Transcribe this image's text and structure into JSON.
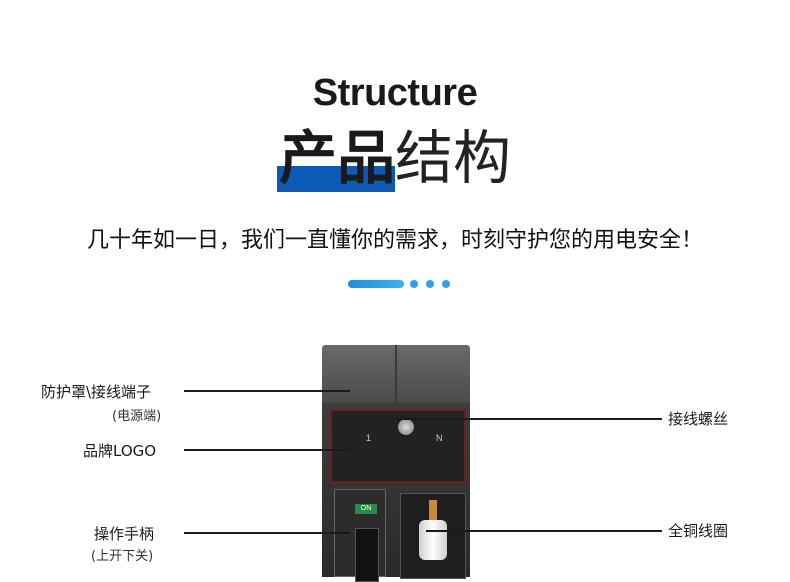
{
  "header": {
    "title_en": "Structure",
    "title_cn_bold": "产品",
    "title_cn_light": "结构",
    "slogan": "几十年如一日，我们一直懂你的需求，时刻守护您的用电安全！"
  },
  "product_labels": {
    "protective_cover": "防护罩\\接线端子",
    "protective_cover_sub": "(电源端)",
    "brand_logo": "品牌LOGO",
    "handle": "操作手柄",
    "handle_sub": "(上开下关)",
    "wiring_screw": "接线螺丝",
    "copper_coil": "全铜线圈",
    "terminal_1": "1",
    "terminal_n": "N",
    "on_indicator": "ON"
  },
  "colors": {
    "accent_blue": "#0a5bb8",
    "dot_blue": "#2aa4ea"
  }
}
